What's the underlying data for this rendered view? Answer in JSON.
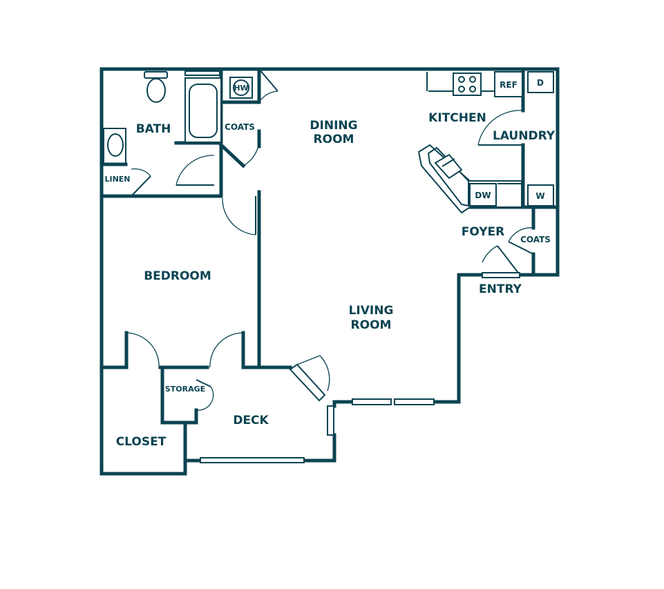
{
  "rooms": {
    "dining_line1": "DINING",
    "dining_line2": "ROOM",
    "kitchen": "KITCHEN",
    "laundry": "LAUNDRY",
    "bath": "BATH",
    "coats_hall": "COATS",
    "linen": "LINEN",
    "bedroom": "BEDROOM",
    "living_line1": "LIVING",
    "living_line2": "ROOM",
    "foyer": "FOYER",
    "coats_foyer": "COATS",
    "entry": "ENTRY",
    "storage": "STORAGE",
    "deck": "DECK",
    "closet": "CLOSET"
  },
  "fixtures": {
    "water_heater": "HW",
    "refrigerator": "REF",
    "dryer": "D",
    "washer": "W",
    "dishwasher": "DW"
  },
  "colors": {
    "wall": "#0b4351",
    "background": "#ffffff"
  }
}
